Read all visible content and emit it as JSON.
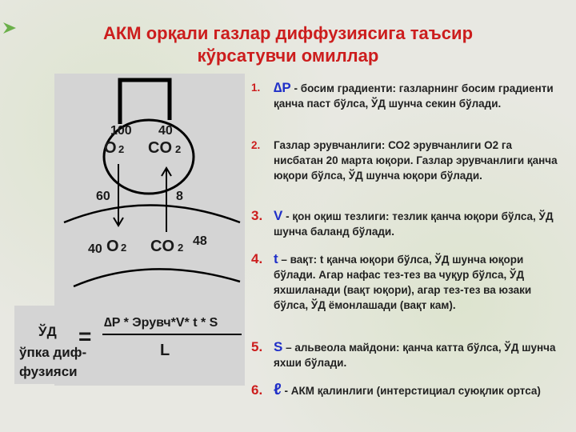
{
  "title": {
    "line1": "АКМ орқали газлар диффузиясига таъсир",
    "line2": "кўрсатувчи омиллар"
  },
  "diagram": {
    "alveolus_o2_value": "100",
    "alveolus_co2_value": "40",
    "alveolus_o2": "O",
    "alveolus_co2": "CO",
    "sub2": "2",
    "gradient_o2": "60",
    "gradient_co2": "8",
    "blood_o2_value": "40",
    "blood_o2": "O",
    "blood_co2": "CO",
    "blood_co2_value": "48"
  },
  "formula": {
    "left_line1": "ЎД",
    "left_line2": "ўпка диф-",
    "left_line3": "фузияси",
    "equals": "=",
    "numerator": "∆P * Эрувч*V* t * S",
    "denominator": "L"
  },
  "factors": [
    {
      "number": "1.",
      "symbol": "∆P",
      "text": " - босим градиенти: газларнинг босим градиенти қанча паст бўлса, ЎД шунча секин бўлади."
    },
    {
      "number": "2.",
      "symbol": "",
      "text": "Газлар эрувчанлиги: СО2 эрувчанлиги О2 га нисбатан 20 марта юқори. Газлар эрувчанлиги қанча юқори бўлса, ЎД шунча юқори бўлади."
    },
    {
      "number": "3.",
      "symbol": "V",
      "text": " - қон оқиш тезлиги: тезлик қанча юқори бўлса, ЎД шунча баланд бўлади."
    },
    {
      "number": "4.",
      "symbol": "t",
      "text": " – вақт: t қанча юқори бўлса, ЎД шунча юқори бўлади. Агар нафас тез-тез ва чуқур бўлса, ЎД яхшиланади (вақт юқори), агар тез-тез ва юзаки бўлса, ЎД ёмонлашади (вақт кам)."
    },
    {
      "number": "5.",
      "symbol": "S",
      "text": " – альвеола майдони: қанча катта бўлса, ЎД шунча яхши бўлади."
    },
    {
      "number": "6.",
      "symbol": "ℓ",
      "text": " - АКМ қалинлиги (интерстициал суюқлик ортса)"
    }
  ],
  "colors": {
    "title": "#cc1d1d",
    "number": "#cc1d1d",
    "symbol": "#2030c8",
    "deco_arrow": "#6bb04a"
  }
}
